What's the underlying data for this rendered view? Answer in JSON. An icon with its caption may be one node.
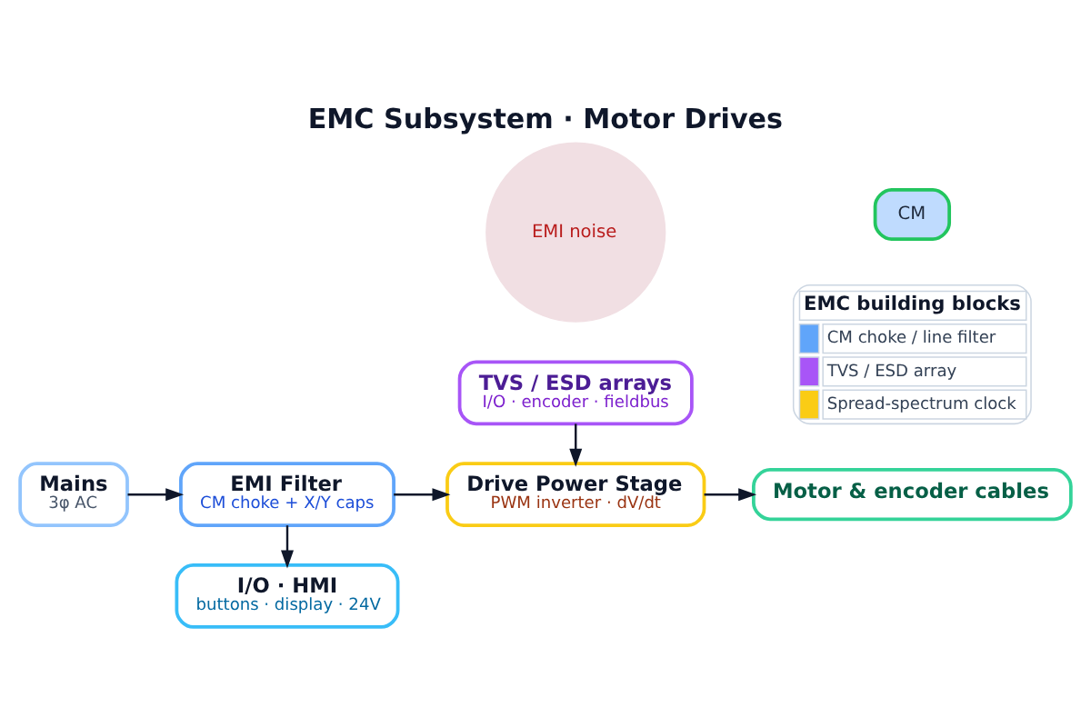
{
  "diagram": {
    "title": "EMC Subsystem · Motor Drives",
    "nodes": [
      {
        "text": [
          "Mains",
          "3φ AC"
        ]
      },
      {
        "text": [
          "EMI Filter",
          "CM choke + X/Y caps"
        ]
      },
      {
        "text": [
          "Drive Power Stage",
          "PWM inverter · dV/dt"
        ]
      },
      {
        "text": [
          "EMI noise"
        ]
      },
      {
        "text": [
          "Motor & encoder cables"
        ]
      },
      {
        "text": [
          "CM"
        ]
      },
      {
        "text": [
          "I/O · HMI",
          "buttons · display · 24V"
        ]
      },
      {
        "text": [
          "TVS / ESD arrays",
          "I/O · encoder · fieldbus"
        ]
      }
    ],
    "edges": [
      {
        "from": 0,
        "to": 1,
        "arrow": "to"
      },
      {
        "from": 1,
        "to": 2,
        "arrow": "to"
      },
      {
        "from": 2,
        "to": 4,
        "arrow": "to"
      },
      {
        "from": 1,
        "to": 6,
        "arrow": "to"
      },
      {
        "from": 7,
        "to": 2,
        "arrow": "to"
      }
    ],
    "labels": [
      "EMC building blocks"
    ],
    "legend": [
      {
        "text": "CM choke / line filter",
        "color": "#60a5fa"
      },
      {
        "text": "TVS / ESD array",
        "color": "#a855f7"
      },
      {
        "text": "Spread-spectrum clock",
        "color": "#facc15"
      }
    ]
  }
}
